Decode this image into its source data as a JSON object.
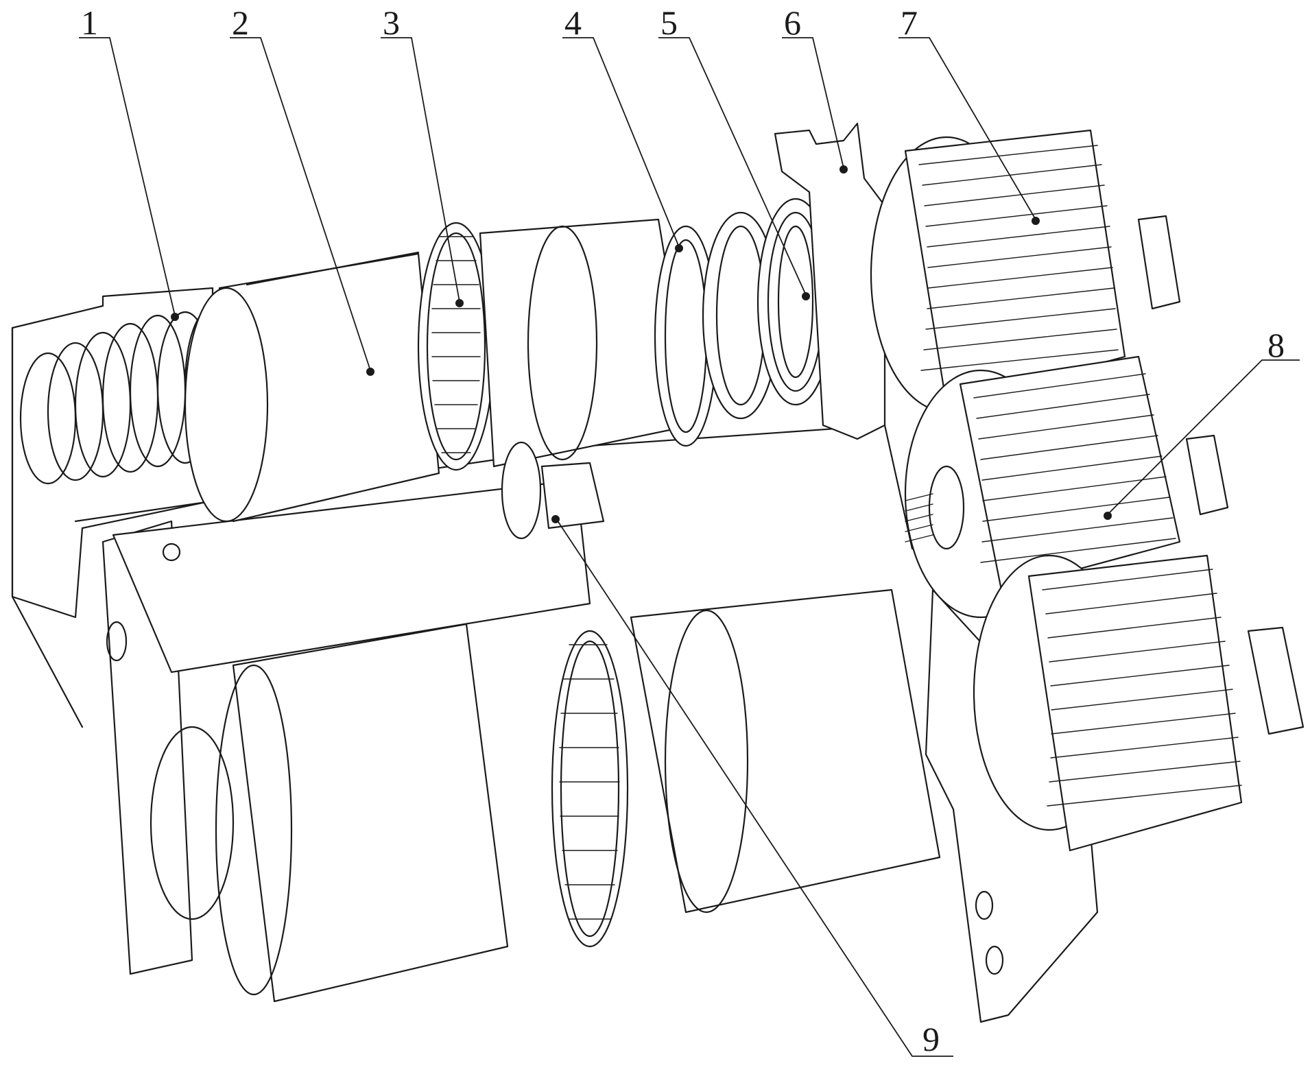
{
  "callouts": [
    {
      "label": "1"
    },
    {
      "label": "2"
    },
    {
      "label": "3"
    },
    {
      "label": "4"
    },
    {
      "label": "5"
    },
    {
      "label": "6"
    },
    {
      "label": "7"
    },
    {
      "label": "8"
    },
    {
      "label": "9"
    }
  ],
  "colors": {
    "line": "#1a1a1a",
    "background": "#ffffff"
  }
}
